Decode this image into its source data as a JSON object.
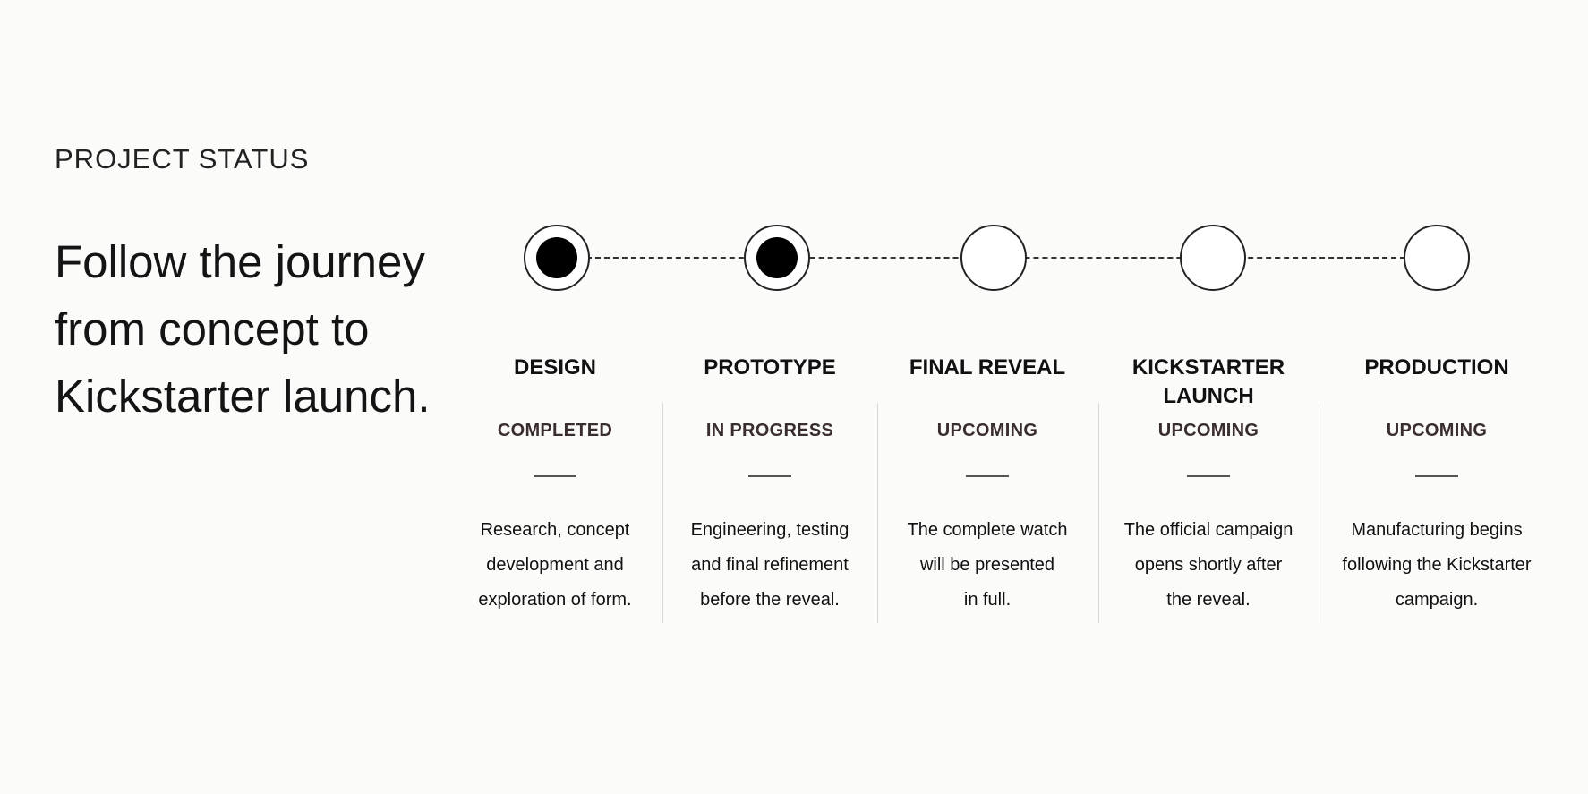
{
  "header": {
    "eyebrow": "PROJECT STATUS",
    "headline_lines": [
      "Follow the journey",
      "from concept to",
      "Kickstarter launch."
    ]
  },
  "stages": [
    {
      "title_lines": [
        "DESIGN"
      ],
      "status": "COMPLETED",
      "desc_lines": [
        "Research, concept",
        "development and",
        "exploration of form."
      ]
    },
    {
      "title_lines": [
        "PROTOTYPE"
      ],
      "status": "IN PROGRESS",
      "desc_lines": [
        "Engineering, testing",
        "and final refinement",
        "before the reveal."
      ]
    },
    {
      "title_lines": [
        "FINAL REVEAL"
      ],
      "status": "UPCOMING",
      "desc_lines": [
        "The complete watch",
        "will be presented",
        "in full."
      ]
    },
    {
      "title_lines": [
        "KICKSTARTER",
        "LAUNCH"
      ],
      "status": "UPCOMING",
      "desc_lines": [
        "The official campaign",
        "opens shortly after",
        "the reveal."
      ]
    },
    {
      "title_lines": [
        "PRODUCTION"
      ],
      "status": "UPCOMING",
      "desc_lines": [
        "Manufacturing begins",
        "following the Kickstarter",
        "campaign."
      ]
    }
  ],
  "colors": {
    "background": "#fbfbfa",
    "text": "#111111",
    "status_text": "#3a2d2d",
    "node_filled": "#000000"
  }
}
